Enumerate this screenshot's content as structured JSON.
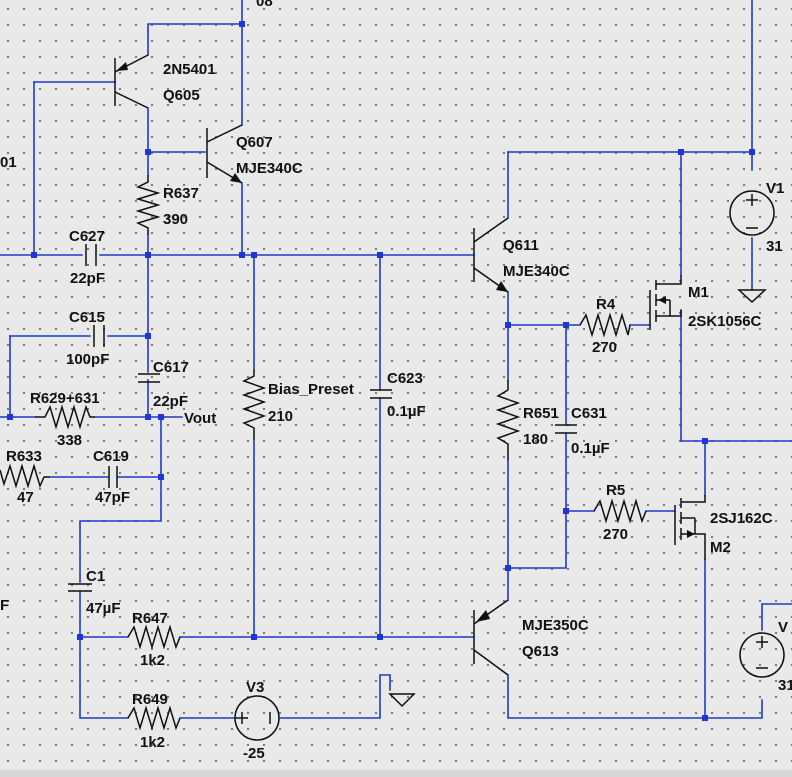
{
  "labels": {
    "q605_part": "2N5401",
    "q605_ref": "Q605",
    "q607_ref": "Q607",
    "q607_part": "MJE340C",
    "q611_ref": "Q611",
    "q611_part": "MJE340C",
    "q613_part": "MJE350C",
    "q613_ref": "Q613",
    "r637_ref": "R637",
    "r637_val": "390",
    "c627_ref": "C627",
    "c627_val": "22pF",
    "c615_ref": "C615",
    "c615_val": "100pF",
    "c617_ref": "C617",
    "c617_val": "22pF",
    "r629_ref": "R629+631",
    "r629_val": "338",
    "vout": "Vout",
    "r633_ref": "R633",
    "r633_val": "47",
    "c619_ref": "C619",
    "c619_val": "47pF",
    "c1_ref": "C1",
    "c1_val": "47µF",
    "r647_ref": "R647",
    "r647_val": "1k2",
    "r649_ref": "R649",
    "r649_val": "1k2",
    "v3_ref": "V3",
    "v3_val": "-25",
    "bias_ref": "Bias_Preset",
    "bias_val": "210",
    "c623_ref": "C623",
    "c623_val": "0.1µF",
    "r651_ref": "R651",
    "r651_val": "180",
    "c631_ref": "C631",
    "c631_val": "0.1µF",
    "r4_ref": "R4",
    "r4_val": "270",
    "r5_ref": "R5",
    "r5_val": "270",
    "m1_ref": "M1",
    "m1_part": "2SK1056C",
    "m2_part": "2SJ162C",
    "m2_ref": "M2",
    "v1_ref": "V1",
    "v1_val": "31",
    "v2_ref": "V",
    "v2_val": "31",
    "top_cut": "08",
    "left_cut": "01",
    "left_cut2": "F"
  },
  "colors": {
    "wire": "#1f39c9",
    "symbol": "#101010",
    "background": "#e9e9e9",
    "junction": "#1e36d8"
  }
}
